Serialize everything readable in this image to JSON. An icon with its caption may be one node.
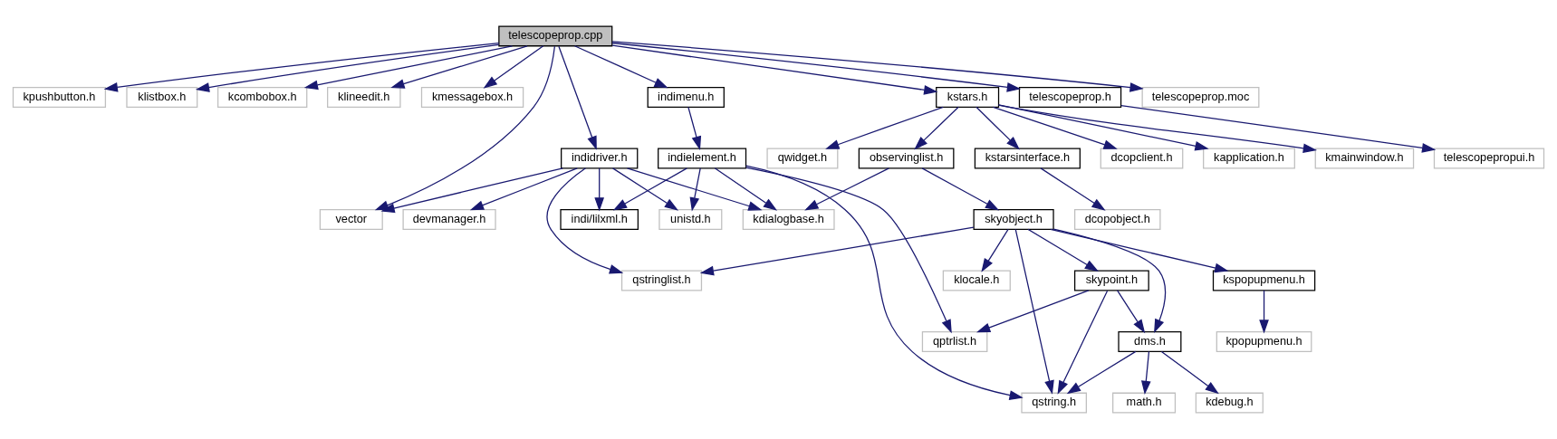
{
  "diagram": {
    "nodes": [
      {
        "text": [
          "telescopeprop.cpp"
        ]
      },
      {
        "text": [
          "kpushbutton.h"
        ]
      },
      {
        "text": [
          "klistbox.h"
        ]
      },
      {
        "text": [
          "kcombobox.h"
        ]
      },
      {
        "text": [
          "klineedit.h"
        ]
      },
      {
        "text": [
          "kmessagebox.h"
        ]
      },
      {
        "text": [
          "indimenu.h"
        ]
      },
      {
        "text": [
          "kstars.h"
        ]
      },
      {
        "text": [
          "telescopeprop.h"
        ]
      },
      {
        "text": [
          "telescopeprop.moc"
        ]
      },
      {
        "text": [
          "indidriver.h"
        ]
      },
      {
        "text": [
          "indielement.h"
        ]
      },
      {
        "text": [
          "observinglist.h"
        ]
      },
      {
        "text": [
          "dcopclient.h"
        ]
      },
      {
        "text": [
          "kapplication.h"
        ]
      },
      {
        "text": [
          "kmainwindow.h"
        ]
      },
      {
        "text": [
          "qwidget.h"
        ]
      },
      {
        "text": [
          "kstarsinterface.h"
        ]
      },
      {
        "text": [
          "telescopepropui.h"
        ]
      },
      {
        "text": [
          "vector"
        ]
      },
      {
        "text": [
          "devmanager.h"
        ]
      },
      {
        "text": [
          "unistd.h"
        ]
      },
      {
        "text": [
          "indi/lilxml.h"
        ]
      },
      {
        "text": [
          "kdialogbase.h"
        ]
      },
      {
        "text": [
          "skyobject.h"
        ]
      },
      {
        "text": [
          "dcopobject.h"
        ]
      },
      {
        "text": [
          "qstringlist.h"
        ]
      },
      {
        "text": [
          "kspopupmenu.h"
        ]
      },
      {
        "text": [
          "klocale.h"
        ]
      },
      {
        "text": [
          "skypoint.h"
        ]
      },
      {
        "text": [
          "qptrlist.h"
        ]
      },
      {
        "text": [
          "kpopupmenu.h"
        ]
      },
      {
        "text": [
          "dms.h"
        ]
      },
      {
        "text": [
          "qstring.h"
        ]
      },
      {
        "text": [
          "kdebug.h"
        ]
      },
      {
        "text": [
          "math.h"
        ]
      }
    ],
    "edges": [
      {
        "from": 0,
        "to": 1,
        "arrow": "to"
      },
      {
        "from": 0,
        "to": 2,
        "arrow": "to"
      },
      {
        "from": 0,
        "to": 3,
        "arrow": "to"
      },
      {
        "from": 0,
        "to": 4,
        "arrow": "to"
      },
      {
        "from": 0,
        "to": 5,
        "arrow": "to"
      },
      {
        "from": 0,
        "to": 19,
        "arrow": "to"
      },
      {
        "from": 0,
        "to": 10,
        "arrow": "to"
      },
      {
        "from": 0,
        "to": 6,
        "arrow": "to"
      },
      {
        "from": 0,
        "to": 7,
        "arrow": "to"
      },
      {
        "from": 0,
        "to": 8,
        "arrow": "to"
      },
      {
        "from": 0,
        "to": 9,
        "arrow": "to"
      },
      {
        "from": 6,
        "to": 11,
        "arrow": "to"
      },
      {
        "from": 7,
        "to": 12,
        "arrow": "to"
      },
      {
        "from": 7,
        "to": 13,
        "arrow": "to"
      },
      {
        "from": 7,
        "to": 14,
        "arrow": "to"
      },
      {
        "from": 7,
        "to": 15,
        "arrow": "to"
      },
      {
        "from": 7,
        "to": 16,
        "arrow": "to"
      },
      {
        "from": 7,
        "to": 17,
        "arrow": "to"
      },
      {
        "from": 8,
        "to": 18,
        "arrow": "to"
      },
      {
        "from": 17,
        "to": 25,
        "arrow": "to"
      },
      {
        "from": 10,
        "to": 19,
        "arrow": "to"
      },
      {
        "from": 10,
        "to": 20,
        "arrow": "to"
      },
      {
        "from": 10,
        "to": 26,
        "arrow": "to"
      },
      {
        "from": 10,
        "to": 21,
        "arrow": "to"
      },
      {
        "from": 10,
        "to": 22,
        "arrow": "to"
      },
      {
        "from": 10,
        "to": 23,
        "arrow": "to"
      },
      {
        "from": 11,
        "to": 21,
        "arrow": "to"
      },
      {
        "from": 11,
        "to": 22,
        "arrow": "to"
      },
      {
        "from": 11,
        "to": 23,
        "arrow": "to"
      },
      {
        "from": 11,
        "to": 33,
        "arrow": "to"
      },
      {
        "from": 11,
        "to": 30,
        "arrow": "to"
      },
      {
        "from": 12,
        "to": 23,
        "arrow": "to"
      },
      {
        "from": 12,
        "to": 24,
        "arrow": "to"
      },
      {
        "from": 24,
        "to": 26,
        "arrow": "to"
      },
      {
        "from": 24,
        "to": 27,
        "arrow": "to"
      },
      {
        "from": 24,
        "to": 28,
        "arrow": "to"
      },
      {
        "from": 24,
        "to": 33,
        "arrow": "to"
      },
      {
        "from": 24,
        "to": 29,
        "arrow": "to"
      },
      {
        "from": 24,
        "to": 32,
        "arrow": "to"
      },
      {
        "from": 27,
        "to": 31,
        "arrow": "to"
      },
      {
        "from": 29,
        "to": 30,
        "arrow": "to"
      },
      {
        "from": 29,
        "to": 33,
        "arrow": "to"
      },
      {
        "from": 29,
        "to": 32,
        "arrow": "to"
      },
      {
        "from": 32,
        "to": 33,
        "arrow": "to"
      },
      {
        "from": 32,
        "to": 34,
        "arrow": "to"
      },
      {
        "from": 32,
        "to": 35,
        "arrow": "to"
      }
    ]
  }
}
